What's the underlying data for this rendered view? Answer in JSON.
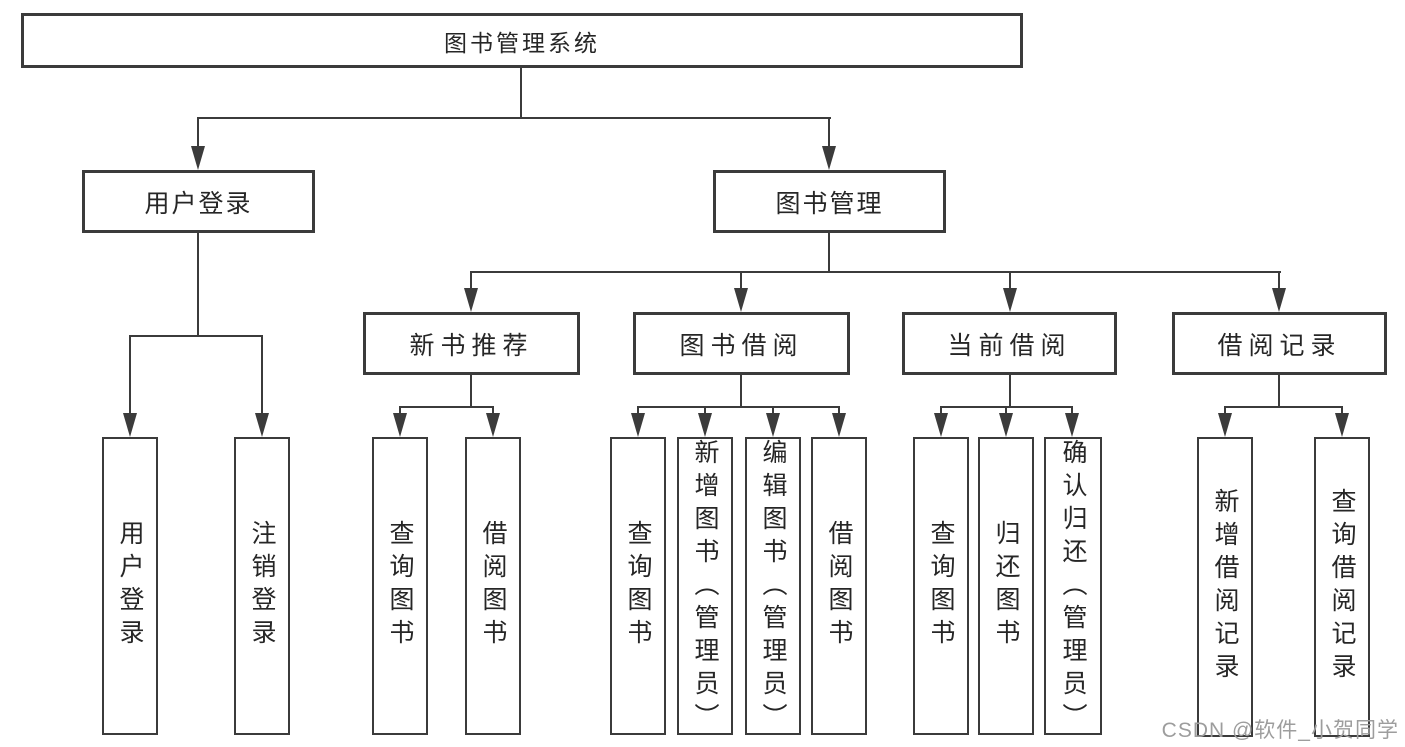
{
  "diagram": {
    "title": "图书管理系统",
    "level2": [
      "用户登录",
      "图书管理"
    ],
    "level3": [
      "新书推荐",
      "图书借阅",
      "当前借阅",
      "借阅记录"
    ],
    "leaves": {
      "user_login": [
        "用户登录",
        "注销登录"
      ],
      "new_book": [
        "查询图书",
        "借阅图书"
      ],
      "book_borrow": [
        "查询图书",
        "新增图书（管理员）",
        "编辑图书（管理员）",
        "借阅图书"
      ],
      "current_borrow": [
        "查询图书",
        "归还图书",
        "确认归还（管理员）"
      ],
      "borrow_record": [
        "新增借阅记录",
        "查询借阅记录"
      ]
    }
  },
  "watermark": "CSDN @软件_小贺同学",
  "colors": {
    "line": "#3b3b3b",
    "text": "#262626",
    "watermark": "#9d9d9d",
    "background": "#ffffff"
  }
}
